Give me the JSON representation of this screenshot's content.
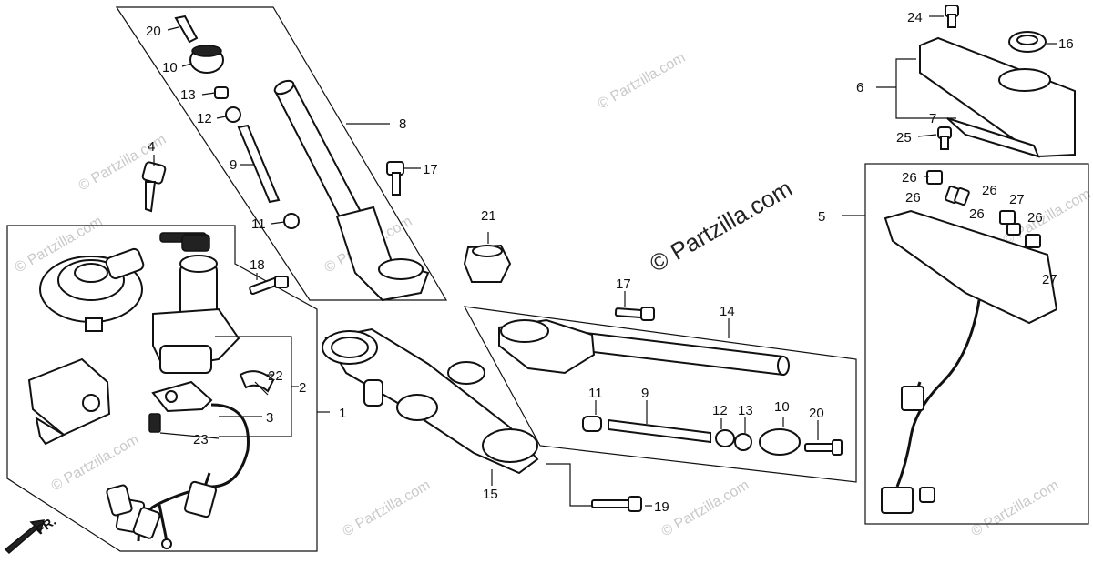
{
  "watermark": {
    "center": "© Partzilla.com",
    "repeat": "© Partzilla.com"
  },
  "labels": {
    "p1": "1",
    "p2": "2",
    "p3": "3",
    "p4": "4",
    "p5": "5",
    "p6": "6",
    "p7": "7",
    "p8": "8",
    "p9a": "9",
    "p9b": "9",
    "p10a": "10",
    "p10b": "10",
    "p11a": "11",
    "p11b": "11",
    "p12a": "12",
    "p12b": "12",
    "p13a": "13",
    "p13b": "13",
    "p14": "14",
    "p15": "15",
    "p16": "16",
    "p17a": "17",
    "p17b": "17",
    "p18": "18",
    "p19": "19",
    "p20a": "20",
    "p20b": "20",
    "p21": "21",
    "p22": "22",
    "p23": "23",
    "p24": "24",
    "p25": "25",
    "p26a": "26",
    "p26b": "26",
    "p26c": "26",
    "p26d": "26",
    "p26e": "26",
    "p27a": "27",
    "p27b": "27"
  },
  "front_arrow": "FR.",
  "colors": {
    "ink": "#111111",
    "watermark": "#c9c9c9"
  }
}
